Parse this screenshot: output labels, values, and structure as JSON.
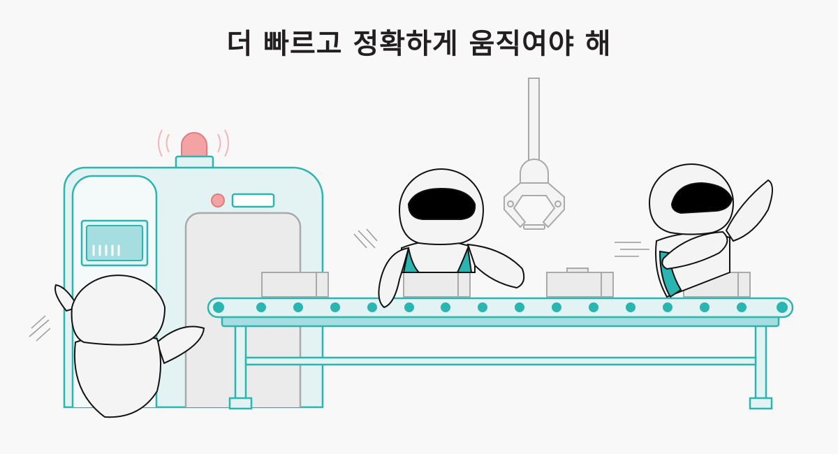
{
  "title": "더 빠르고 정확하게 움직여야 해",
  "colors": {
    "background": "#f8f8f8",
    "teal": "#2bb5b0",
    "teal_light": "#e3f2f2",
    "screen": "#a5dde0",
    "alarm": "#f4a3a5",
    "door": "#ebebeb",
    "gray_stroke": "#a9a9a9",
    "ink": "#111111"
  },
  "illustration": {
    "machine_icon": "factory-machine",
    "conveyor_icon": "conveyor-belt",
    "claw_icon": "robot-claw",
    "robot_count": 3,
    "box_count": 4
  }
}
